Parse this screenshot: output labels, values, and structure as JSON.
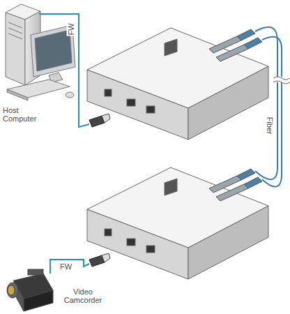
{
  "diagram": {
    "labels": [
      "FW",
      "Host Computer",
      "Fiber",
      "FW",
      "Video Camcorder"
    ]
  }
}
